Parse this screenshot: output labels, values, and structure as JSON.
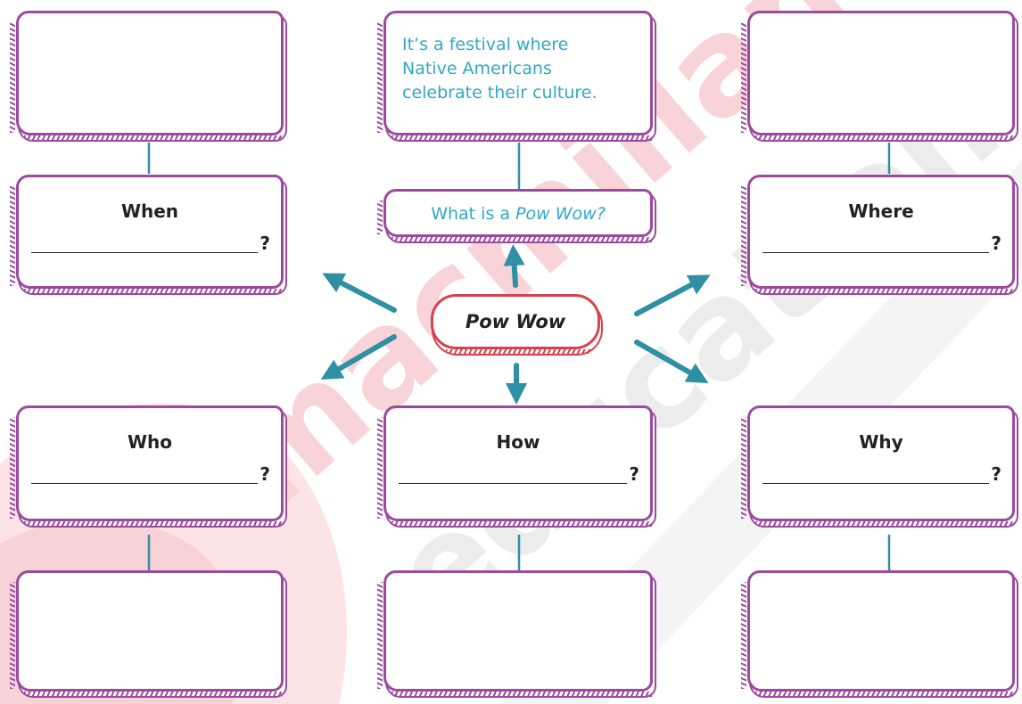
{
  "watermark": {
    "brand_word_1": "macmillan",
    "brand_word_2": "education",
    "color": "#f6c9cf"
  },
  "center": {
    "label": "Pow Wow",
    "color": "#d8414f"
  },
  "top_center": {
    "answer": "It’s a festival where Native Americans celebrate their culture.",
    "answer_lines": [
      "It’s a festival where",
      "Native Americans",
      "celebrate their culture."
    ],
    "question_prefix": "What is a ",
    "question_emph": "Pow Wow?"
  },
  "questions": {
    "when": {
      "label": "When",
      "mark": "?"
    },
    "where": {
      "label": "Where",
      "mark": "?"
    },
    "who": {
      "label": "Who",
      "mark": "?"
    },
    "how": {
      "label": "How",
      "mark": "?"
    },
    "why": {
      "label": "Why",
      "mark": "?"
    }
  },
  "colors": {
    "box_border": "#9c4aa0",
    "arrow": "#2f8fa3",
    "answer_text": "#31a8c4"
  }
}
